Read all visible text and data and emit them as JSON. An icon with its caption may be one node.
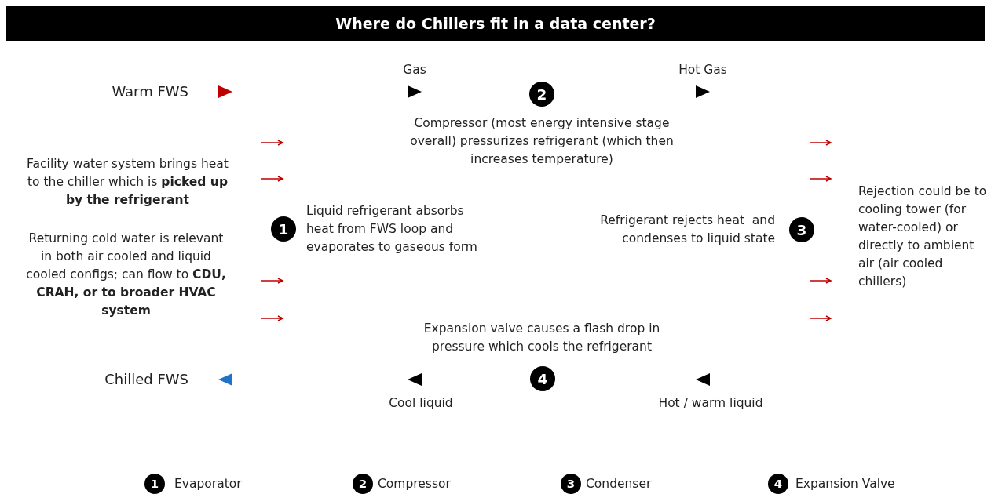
{
  "diagram": {
    "title": "Where do Chillers fit in a data center?",
    "nodes": [
      {
        "text": [
          "2"
        ],
        "beside": [
          "Compressor (most energy intensive stage overall) pressurizes refrigerant (which then increases temperature)"
        ]
      },
      {
        "text": [
          "1"
        ],
        "beside": [
          "Liquid refrigerant absorbs heat from FWS loop and evaporates to gaseous form"
        ]
      },
      {
        "text": [
          "3"
        ],
        "beside": [
          "Refrigerant rejects heat  and condenses to liquid state"
        ]
      },
      {
        "text": [
          "4"
        ],
        "beside": [
          "Expansion valve causes a flash drop in pressure which cools the refrigerant"
        ]
      },
      {
        "text": [
          "1"
        ],
        "beside": [
          "Evaporator"
        ]
      },
      {
        "text": [
          "2"
        ],
        "beside": [
          "Compressor"
        ]
      },
      {
        "text": [
          "3"
        ],
        "beside": [
          "Condenser"
        ]
      },
      {
        "text": [
          "4"
        ],
        "beside": [
          "Expansion Valve"
        ]
      }
    ],
    "edges": [],
    "labels": [
      "Warm FWS",
      "Gas",
      "Hot Gas",
      "Facility water system brings heat to the chiller which is **picked up by the refrigerant**",
      "Returning cold water is relevant in both air cooled and liquid cooled configs; can flow to **CDU, CRAH, or to broader HVAC system**",
      "Rejection could be to cooling tower (for water-cooled) or directly to ambient air (air cooled chillers)",
      "Chilled FWS",
      "Cool liquid",
      "Hot / warm liquid"
    ]
  }
}
